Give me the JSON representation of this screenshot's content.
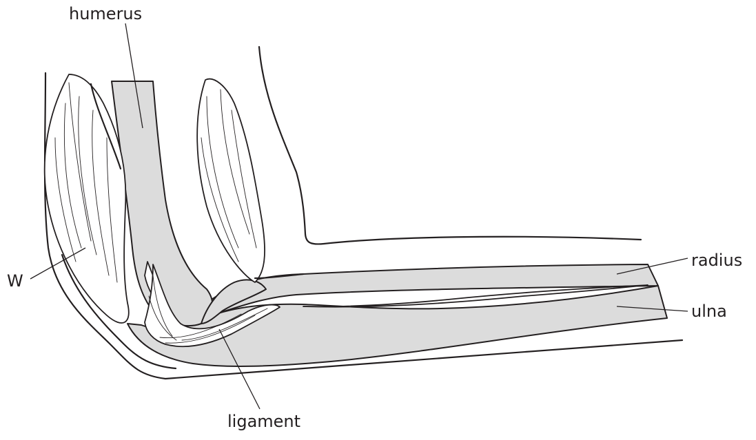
{
  "diagram": {
    "labels": {
      "humerus": "humerus",
      "radius": "radius",
      "ulna": "ulna",
      "ligament": "ligament",
      "w": "W"
    }
  }
}
